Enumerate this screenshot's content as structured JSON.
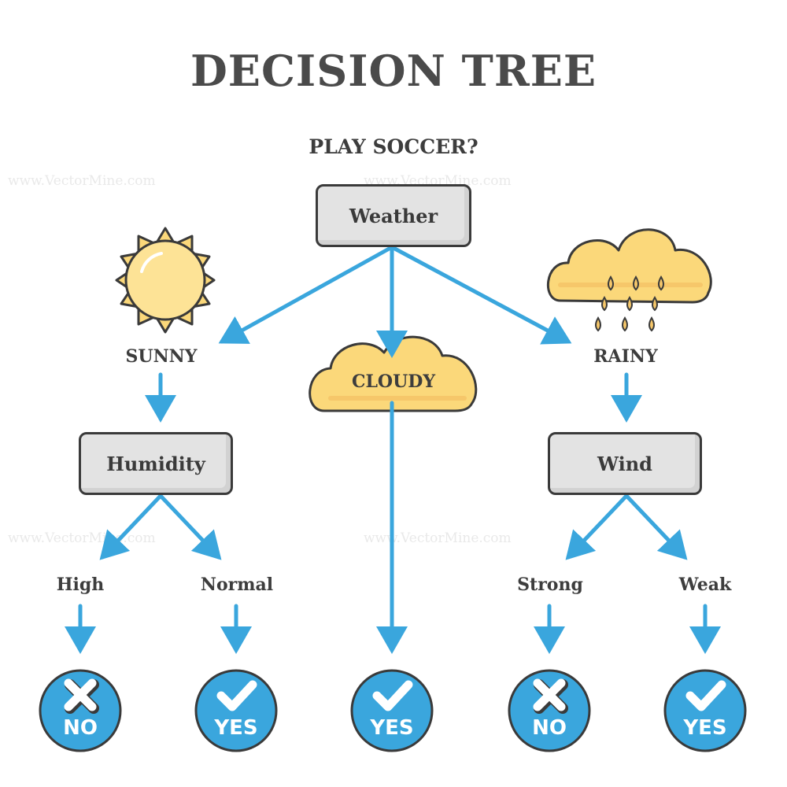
{
  "title": "DECISION TREE",
  "question": "PLAY SOCCER?",
  "watermark": "www.VectorMine.com",
  "nodes": {
    "weather": "Weather",
    "humidity": "Humidity",
    "wind": "Wind"
  },
  "branches": {
    "sunny": "SUNNY",
    "cloudy": "CLOUDY",
    "rainy": "RAINY",
    "high": "High",
    "normal": "Normal",
    "strong": "Strong",
    "weak": "Weak"
  },
  "results": {
    "high": "NO",
    "normal": "YES",
    "cloudy": "YES",
    "strong": "NO",
    "weak": "YES"
  },
  "colors": {
    "arrow": "#3aa6dd",
    "result_fill": "#3aa6dd",
    "icon_yellow": "#fbd87a",
    "outline": "#3a3a3a",
    "box_fill": "#e3e3e3"
  }
}
